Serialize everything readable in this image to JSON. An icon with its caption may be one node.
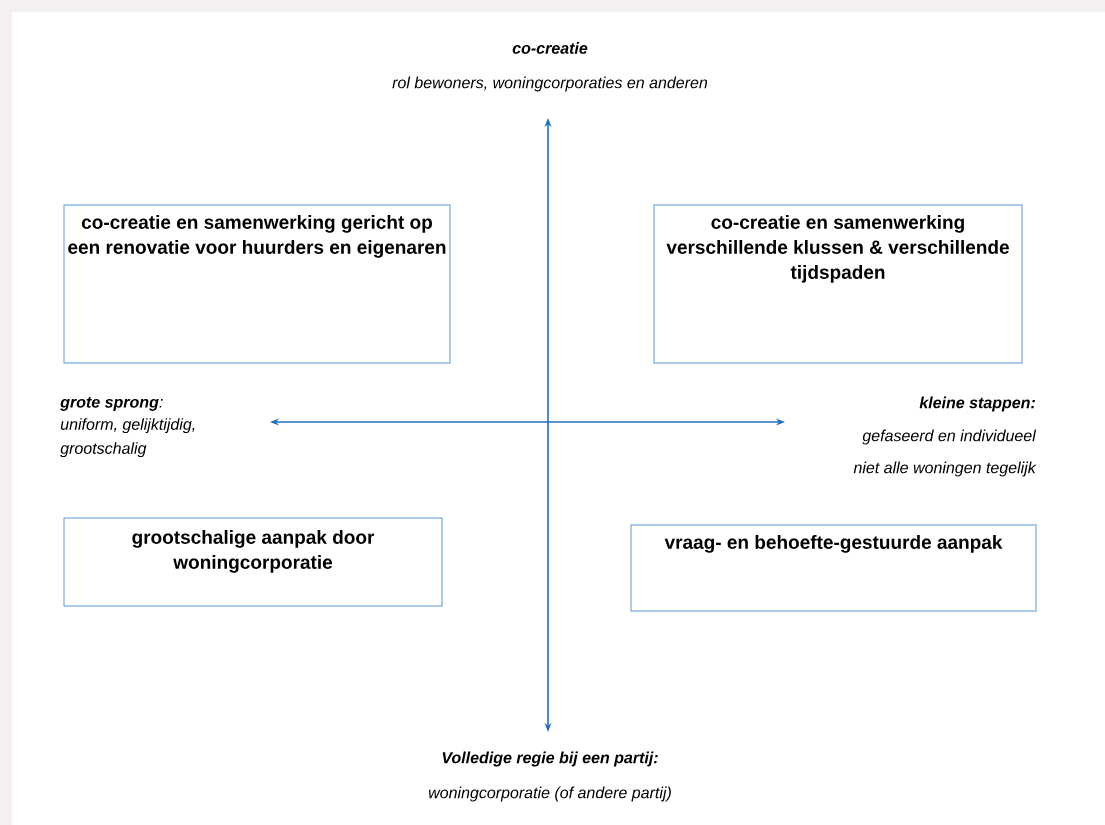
{
  "diagram": {
    "nodes": [
      {
        "text": [
          "co-creatie en samenwerking gericht op een renovatie voor huurders en eigenaren"
        ]
      },
      {
        "text": [
          "co-creatie en samenwerking verschillende klussen & verschillende tijdspaden"
        ]
      },
      {
        "text": [
          "grootschalige aanpak door woningcorporatie"
        ]
      },
      {
        "text": [
          "vraag- en behoefte-gestuurde aanpak"
        ]
      }
    ],
    "labels": [
      "co-creatie",
      "rol bewoners, woningcorporaties en anderen",
      "**grote sprong**:",
      "uniform, gelijktijdig, grootschalig",
      "kleine stappen:",
      "gefaseerd en individueel",
      "niet alle woningen tegelijk",
      "Volledige regie bij een partij:",
      "woningcorporatie (of andere partij)"
    ]
  }
}
